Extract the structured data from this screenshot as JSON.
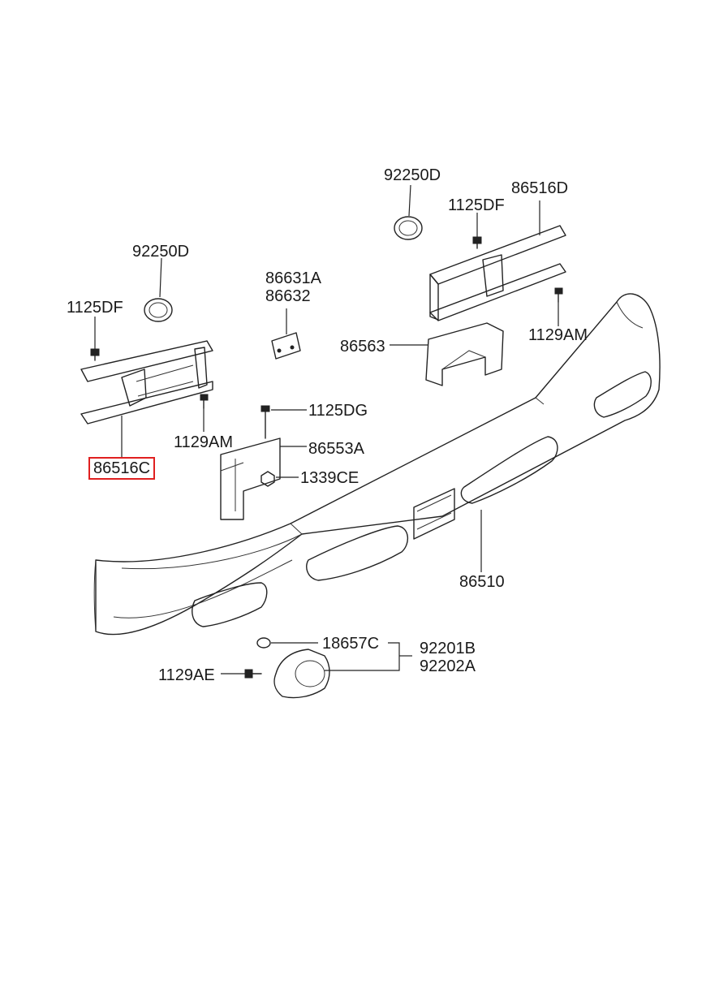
{
  "diagram": {
    "highlighted_part": "86516C",
    "highlight_color": "#e02020",
    "labels": {
      "p92250D_left": "92250D",
      "p1125DF_left": "1125DF",
      "p1129AM_left": "1129AM",
      "p86516C": "86516C",
      "p86631A": "86631A",
      "p86632": "86632",
      "p1125DG": "1125DG",
      "p86553A": "86553A",
      "p1339CE": "1339CE",
      "p92250D_right": "92250D",
      "p1125DF_right": "1125DF",
      "p86516D": "86516D",
      "p86563": "86563",
      "p1129AM_right": "1129AM",
      "p86510": "86510",
      "p18657C": "18657C",
      "p92201B": "92201B",
      "p92202A": "92202A",
      "p1129AE": "1129AE"
    }
  }
}
